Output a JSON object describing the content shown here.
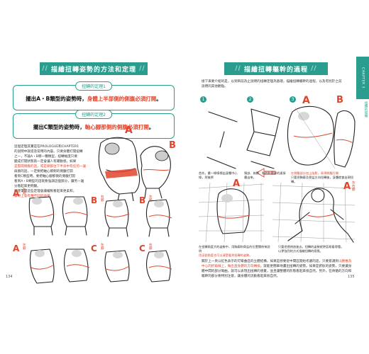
{
  "left_page": {
    "title": "描繪扭轉姿勢的方法和定理",
    "rule1": {
      "tag": "扭轉的定理1",
      "text_pre": "擺出A・B類型的姿勢時，",
      "text_hl": "身體上半部側的側腹必須打開",
      "text_post": "。"
    },
    "rule2": {
      "tag": "扭轉的定理2",
      "text_pre": "擺出C類型的姿勢時，",
      "text_hl": "軸心腳那側的側腹必須打開",
      "text_post": "。"
    },
    "paragraph": [
      "這個定理其實是在PROLOGUE和CHAPTER1",
      "的說明中就提及常用的內容。只要身體打開扭轉",
      "之一，不論A・B哪一種類型，扭轉幅度只要",
      "變成打開狀態就一定會讓人有躍動感。如果",
      "是張開側腹的話，或是頭部往下半身中有任何一邊",
      "肩膀的話，一定要把軸心那側的側腹打開",
      "看到C類型時，要把軸心腳那側的側腹打開",
      "看到A・B類型的話就要強調這個部分，讓另一邊",
      "分看起來更明顯。",
      "即使掌握這些定理會讓繪製看起來更柔和，",
      "實際上會有種不同的效果。"
    ],
    "labels": {
      "A": "A",
      "B": "B",
      "C": "C"
    },
    "label_notes": {
      "a_right": "右腳",
      "a_left": "左腳",
      "b_right": "右腳",
      "b_left": "左腳",
      "c_left": "左腳",
      "c_right": "右腳"
    },
    "page_number": "134"
  },
  "right_page": {
    "title": "描繪扭轉軀幹的過程",
    "intro": [
      "接下來要介紹的是，以到目前為止說明的扭轉定理為基礎，描繪扭轉軀幹的過程，以及有別於之前",
      "說明的其他觀點。"
    ],
    "steps": [
      "1",
      "2",
      "3"
    ],
    "step_captions": [
      "首先，畫一條線標出身體中心線，然後將",
      "頸部、肩膀、胸腔和腰部的連接畫出來，",
      "在側腹部分加上陰影，表現側腹打開",
      "只要把胸廓及骨盆方向扭轉後，身體就會出現扭轉。"
    ],
    "labels": {
      "A": "A",
      "B": "B",
      "A2": "A"
    },
    "label_note": "左右腳",
    "bottom_captions": [
      "在扭轉角度大的姿勢中，用胸廓和骨盆的位置關係來說明",
      "用這個角度也可以清楚看到扭轉的姿勢。",
      "只要把透視放進去，扭轉的姿勢就更容易看得懂。",
      "以更強烈的方式描繪扭轉的感覺。"
    ],
    "paragraph_pre": "關於上一頁以紅色表示的可彎曲區的立體結構，如果是想要從中間區開始考慮的話，只要意識到",
    "paragraph_hl": "以腰椎為中心的折角線上，做出直身體的方向轉換",
    "paragraph_post": "，就能更簡單地畫出扭轉的姿勢。如果是俯臥的姿勢，只要讓身體中間的部分彎曲，就可以表現出扭轉的感覺，並且讓整體的形態看起來很自然。另外，在骨骼的方向和驅幹的部分要特別注意，讓身體的流動看起來很自然。",
    "page_number": "135"
  },
  "side_tab": {
    "chapter": "CHAPTER 3",
    "note": "扭轉的描繪"
  },
  "colors": {
    "accent": "#2a9d8f",
    "highlight": "#e0452c"
  }
}
